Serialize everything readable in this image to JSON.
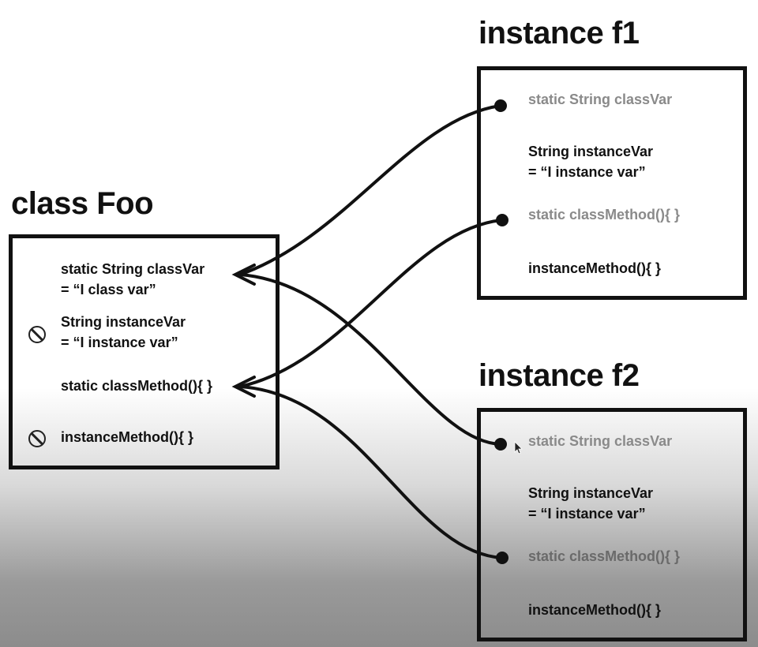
{
  "class_foo": {
    "title": "class Foo",
    "class_var_line1": "static String classVar",
    "class_var_line2": "= “I class var”",
    "instance_var_line1": "String instanceVar",
    "instance_var_line2": "= “I instance var”",
    "class_method": "static classMethod(){    }",
    "instance_method": "instanceMethod(){    }",
    "blocked_icons": [
      "no-entry-icon",
      "no-entry-icon"
    ]
  },
  "instance_f1": {
    "title": "instance f1",
    "class_var": "static String classVar",
    "instance_var_line1": "String instanceVar",
    "instance_var_line2": "= “I instance var”",
    "class_method": "static classMethod(){    }",
    "instance_method": "instanceMethod(){    }"
  },
  "instance_f2": {
    "title": "instance f2",
    "class_var": "static String classVar",
    "instance_var_line1": "String instanceVar",
    "instance_var_line2": "= “I instance var”",
    "class_method": "static classMethod(){    }",
    "instance_method": "instanceMethod(){    }"
  },
  "colors": {
    "stroke": "#111111",
    "muted_text": "#8a8a8a",
    "background_top": "#ffffff",
    "background_bottom": "#8c8c8c"
  }
}
